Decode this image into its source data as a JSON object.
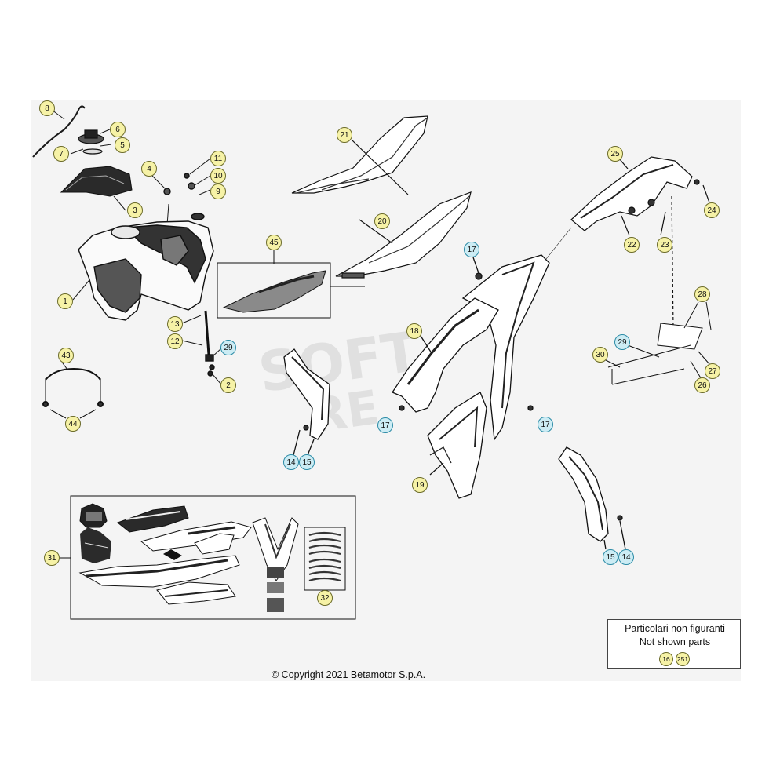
{
  "copyright": "© Copyright 2021 Betamotor S.p.A.",
  "legend": {
    "line1": "Particolari non figuranti",
    "line2": "Not shown parts",
    "items": [
      "16",
      "251"
    ]
  },
  "colors": {
    "bubble_yellow": "#f6f2a6",
    "bubble_cyan": "#ccecf4",
    "line": "#1a1a1a"
  },
  "callouts": {
    "c8": "8",
    "c6": "6",
    "c5": "5",
    "c7": "7",
    "c3": "3",
    "c4": "4",
    "c11": "11",
    "c10": "10",
    "c9": "9",
    "c1": "1",
    "c13": "13",
    "c12": "12",
    "c29a": "29",
    "c2": "2",
    "c43": "43",
    "c44": "44",
    "c21": "21",
    "c20": "20",
    "c45": "45",
    "c25": "25",
    "c24": "24",
    "c22": "22",
    "c23": "23",
    "c17a": "17",
    "c18": "18",
    "c28": "28",
    "c29b": "29",
    "c30": "30",
    "c27": "27",
    "c26": "26",
    "c17b": "17",
    "c17c": "17",
    "c14a": "14",
    "c15a": "15",
    "c19": "19",
    "c15b": "15",
    "c14b": "14",
    "c31": "31",
    "c32": "32"
  }
}
